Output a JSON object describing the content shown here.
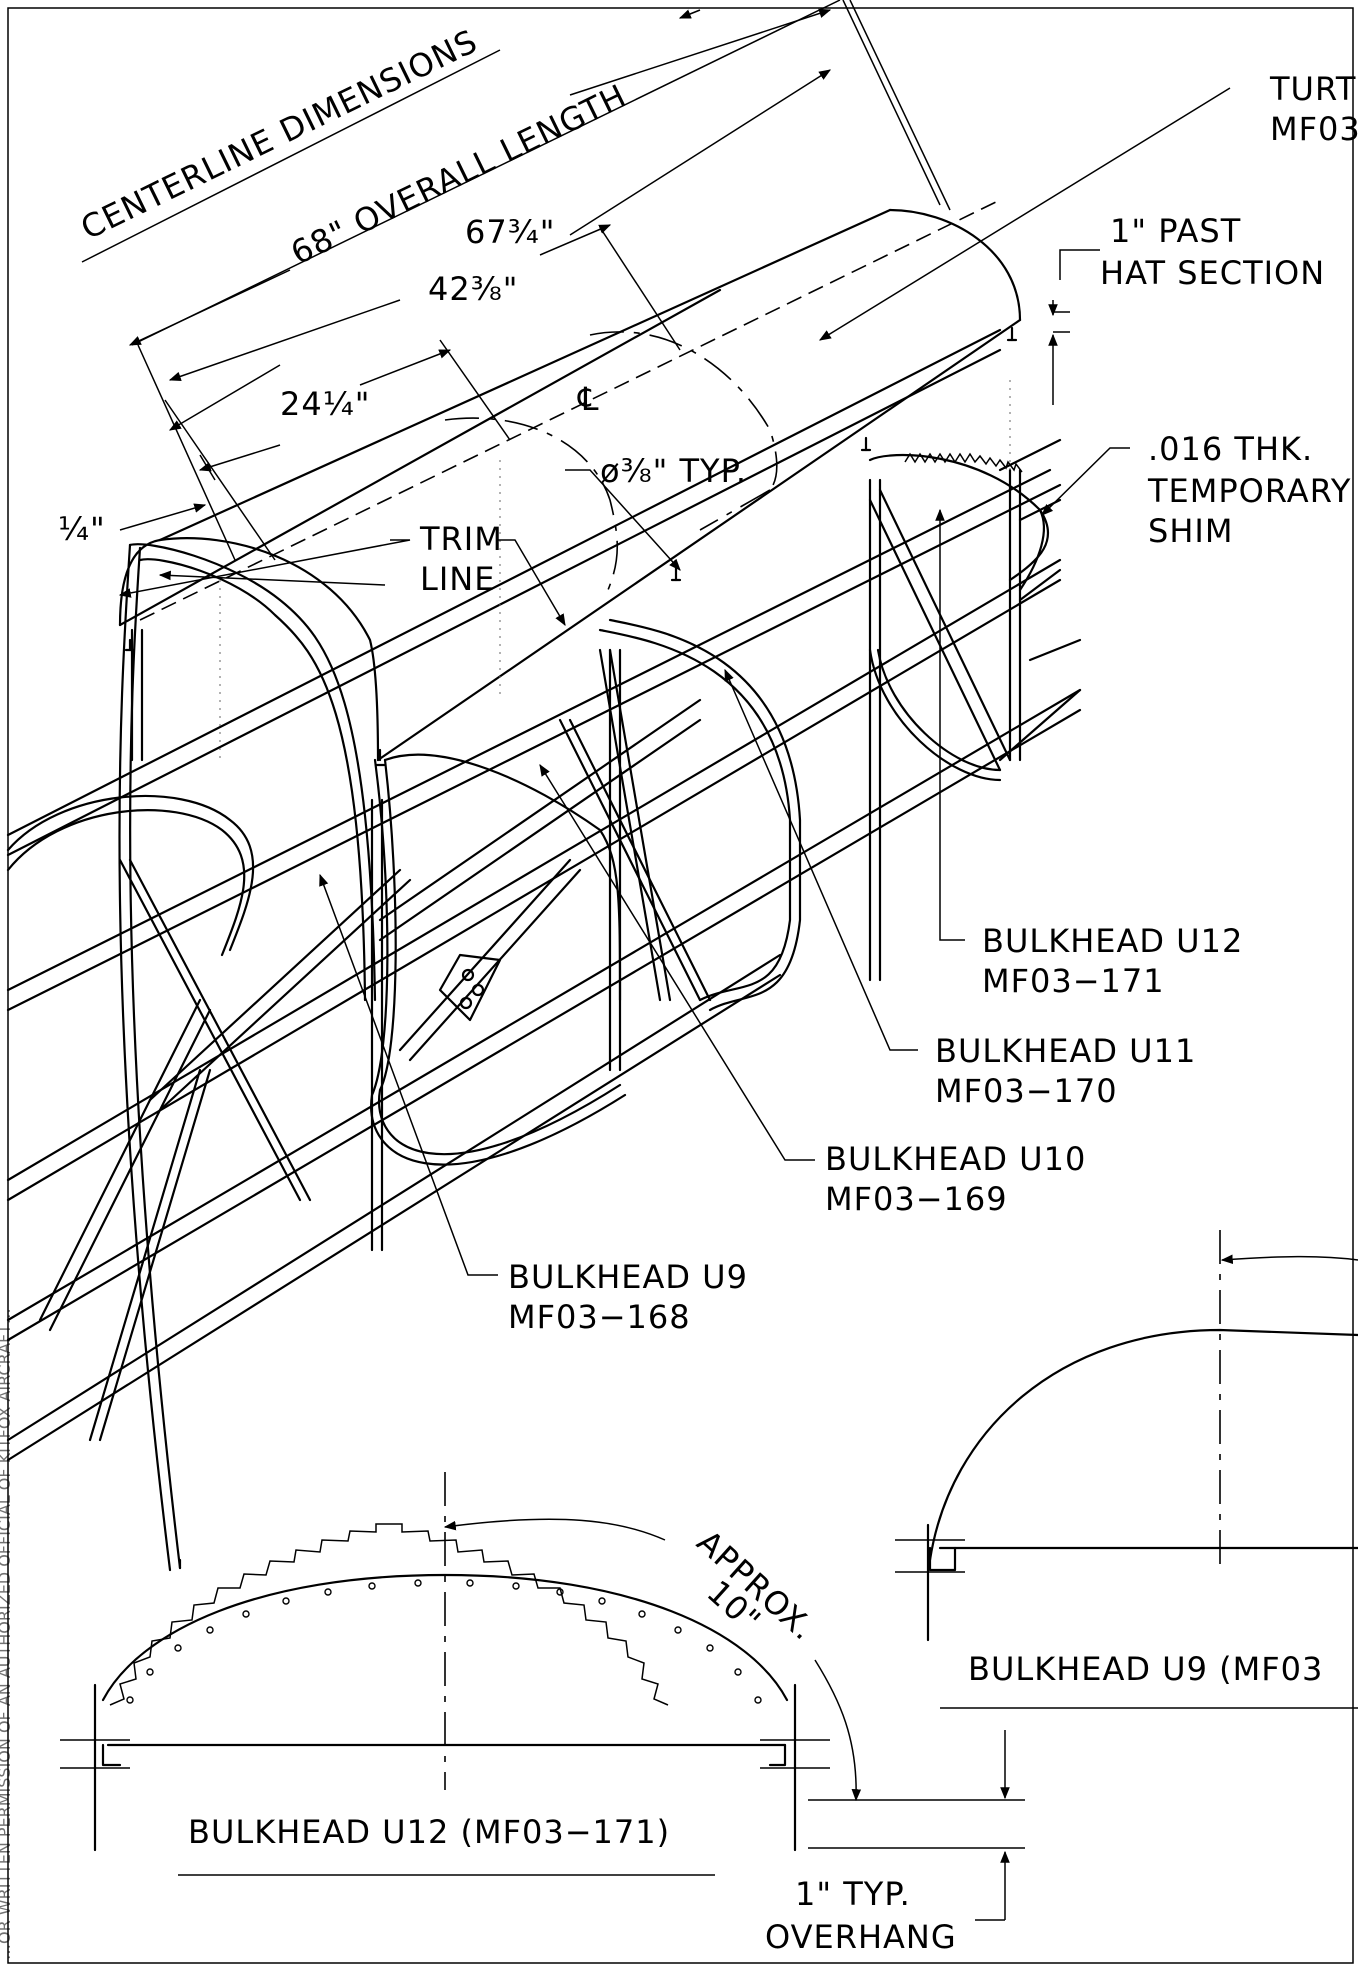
{
  "labels": {
    "centerline_dimensions": "CENTERLINE DIMENSIONS",
    "overall_length": "68\" OVERALL LENGTH",
    "dim_67_3_4": "67¾\"",
    "dim_42_3_8": "42⅜\"",
    "dim_24_1_4": "24¼\"",
    "dim_1_4": "¼\"",
    "centerline_symbol": "℄",
    "hole_typ": "ø⅜\" TYP.",
    "trim_line_1": "TRIM",
    "trim_line_2": "LINE",
    "turtledeck_1": "TURT",
    "turtledeck_2": "MF03",
    "past_hat_1": "1\" PAST",
    "past_hat_2": "HAT SECTION",
    "shim_1": ".016 THK.",
    "shim_2": "TEMPORARY",
    "shim_3": "SHIM",
    "u12_title": "BULKHEAD U12",
    "u12_part": "MF03−171",
    "u11_title": "BULKHEAD U11",
    "u11_part": "MF03−170",
    "u10_title": "BULKHEAD U10",
    "u10_part": "MF03−169",
    "u9_title": "BULKHEAD U9",
    "u9_part": "MF03−168",
    "approx": "APPROX.",
    "approx_val": "10\"",
    "detail_u12": "BULKHEAD U12 (MF03−171)",
    "detail_u9": "BULKHEAD U9 (MF03",
    "overhang_1": "1\" TYP.",
    "overhang_2": "OVERHANG",
    "margin_text": "…OR WRITTEN PERMISSION OF AN AUTHORIZED OFFICIAL OF KITFOX AIRCRAFT…"
  },
  "colors": {
    "ink": "#000000",
    "paper": "#ffffff"
  }
}
